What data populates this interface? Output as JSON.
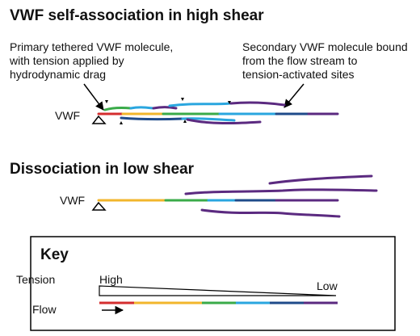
{
  "section1": {
    "title": "VWF self-association in high shear",
    "primary_note": [
      "Primary tethered VWF molecule,",
      "with tension applied by",
      "hydrodynamic drag"
    ],
    "secondary_note": [
      "Secondary VWF molecule bound",
      "from the flow stream to",
      "tension-activated sites"
    ],
    "vwf_label": "VWF"
  },
  "section2": {
    "title": "Dissociation in low shear",
    "vwf_label": "VWF"
  },
  "key": {
    "title": "Key",
    "tension_label": "Tension",
    "high_label": "High",
    "low_label": "Low",
    "flow_label": "Flow"
  },
  "colors": {
    "red": "#d42e2f",
    "green": "#3aab49",
    "yellow": "#f2b62c",
    "cyan": "#2aa6df",
    "navy": "#1f4b8a",
    "purple": "#5b2a80"
  }
}
